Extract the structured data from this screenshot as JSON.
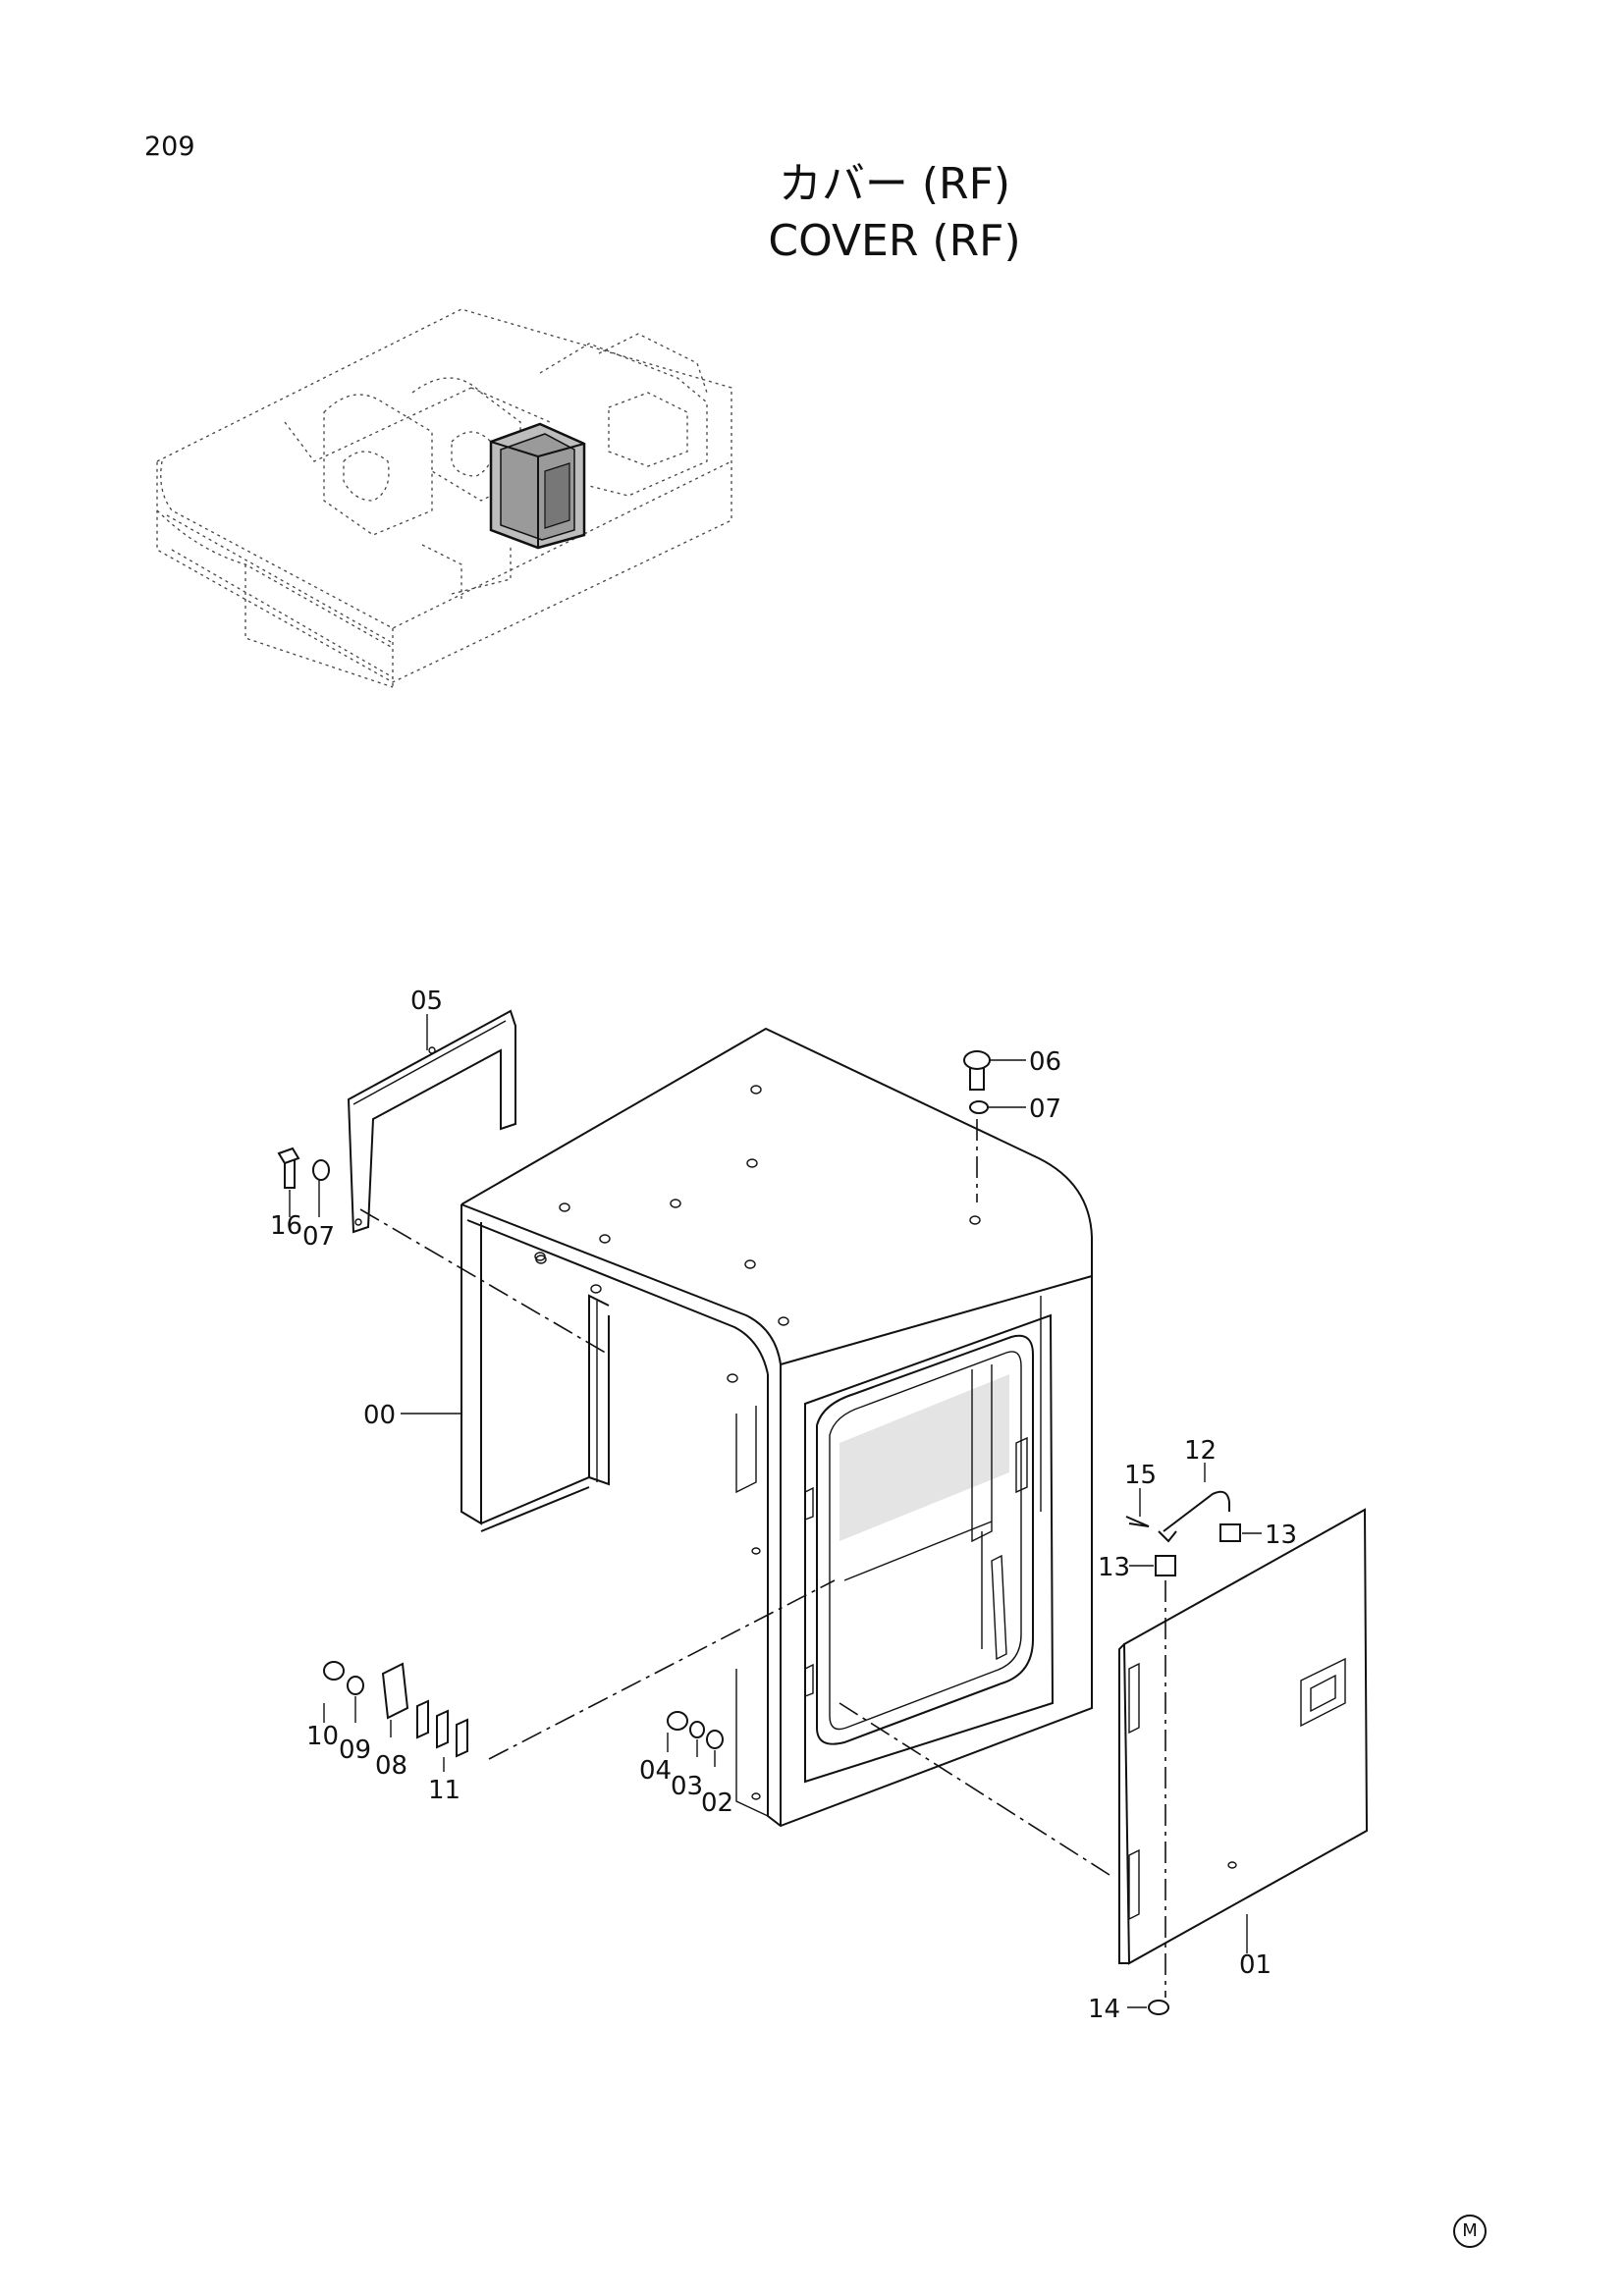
{
  "page_number": "209",
  "title_jp": "カバー (RF)",
  "title_en": "COVER (RF)",
  "corner_mark": "M",
  "callouts": {
    "c00": "00",
    "c01": "01",
    "c02": "02",
    "c03": "03",
    "c04": "04",
    "c05": "05",
    "c06": "06",
    "c07a": "07",
    "c07b": "07",
    "c08": "08",
    "c09": "09",
    "c10": "10",
    "c11": "11",
    "c12": "12",
    "c13a": "13",
    "c13b": "13",
    "c14": "14",
    "c15": "15",
    "c16": "16"
  }
}
